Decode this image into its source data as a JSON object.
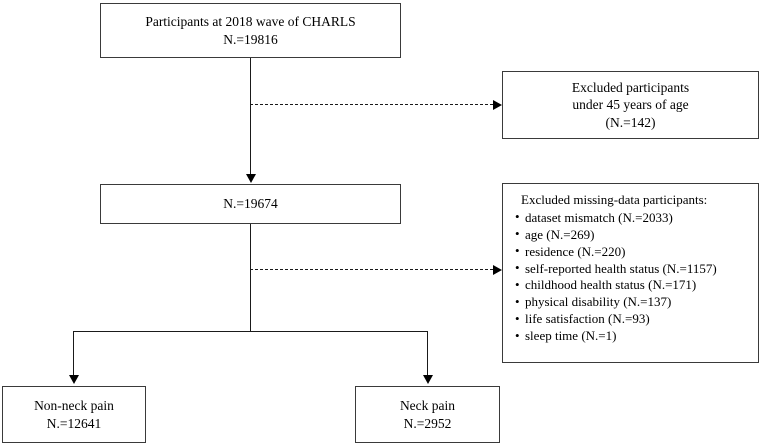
{
  "diagram": {
    "type": "participant-flow",
    "nodes": {
      "source": {
        "line1": "Participants at 2018 wave of CHARLS",
        "line2": "N.=19816"
      },
      "excluded_age": {
        "line1": "Excluded participants",
        "line2": "under 45 years of age",
        "line3": "(N.=142)"
      },
      "eligible": {
        "line1": "N.=19674"
      },
      "excluded_missing": {
        "header": "Excluded missing-data participants:",
        "items": [
          "dataset mismatch (N.=2033)",
          "age (N.=269)",
          "residence (N.=220)",
          "self-reported health status (N.=1157)",
          "childhood health status (N.=171)",
          "physical disability (N.=137)",
          "life satisfaction (N.=93)",
          "sleep time (N.=1)"
        ]
      },
      "non_neck_pain": {
        "line1": "Non-neck pain",
        "line2": "N.=12641"
      },
      "neck_pain": {
        "line1": "Neck pain",
        "line2": "N.=2952"
      }
    }
  }
}
